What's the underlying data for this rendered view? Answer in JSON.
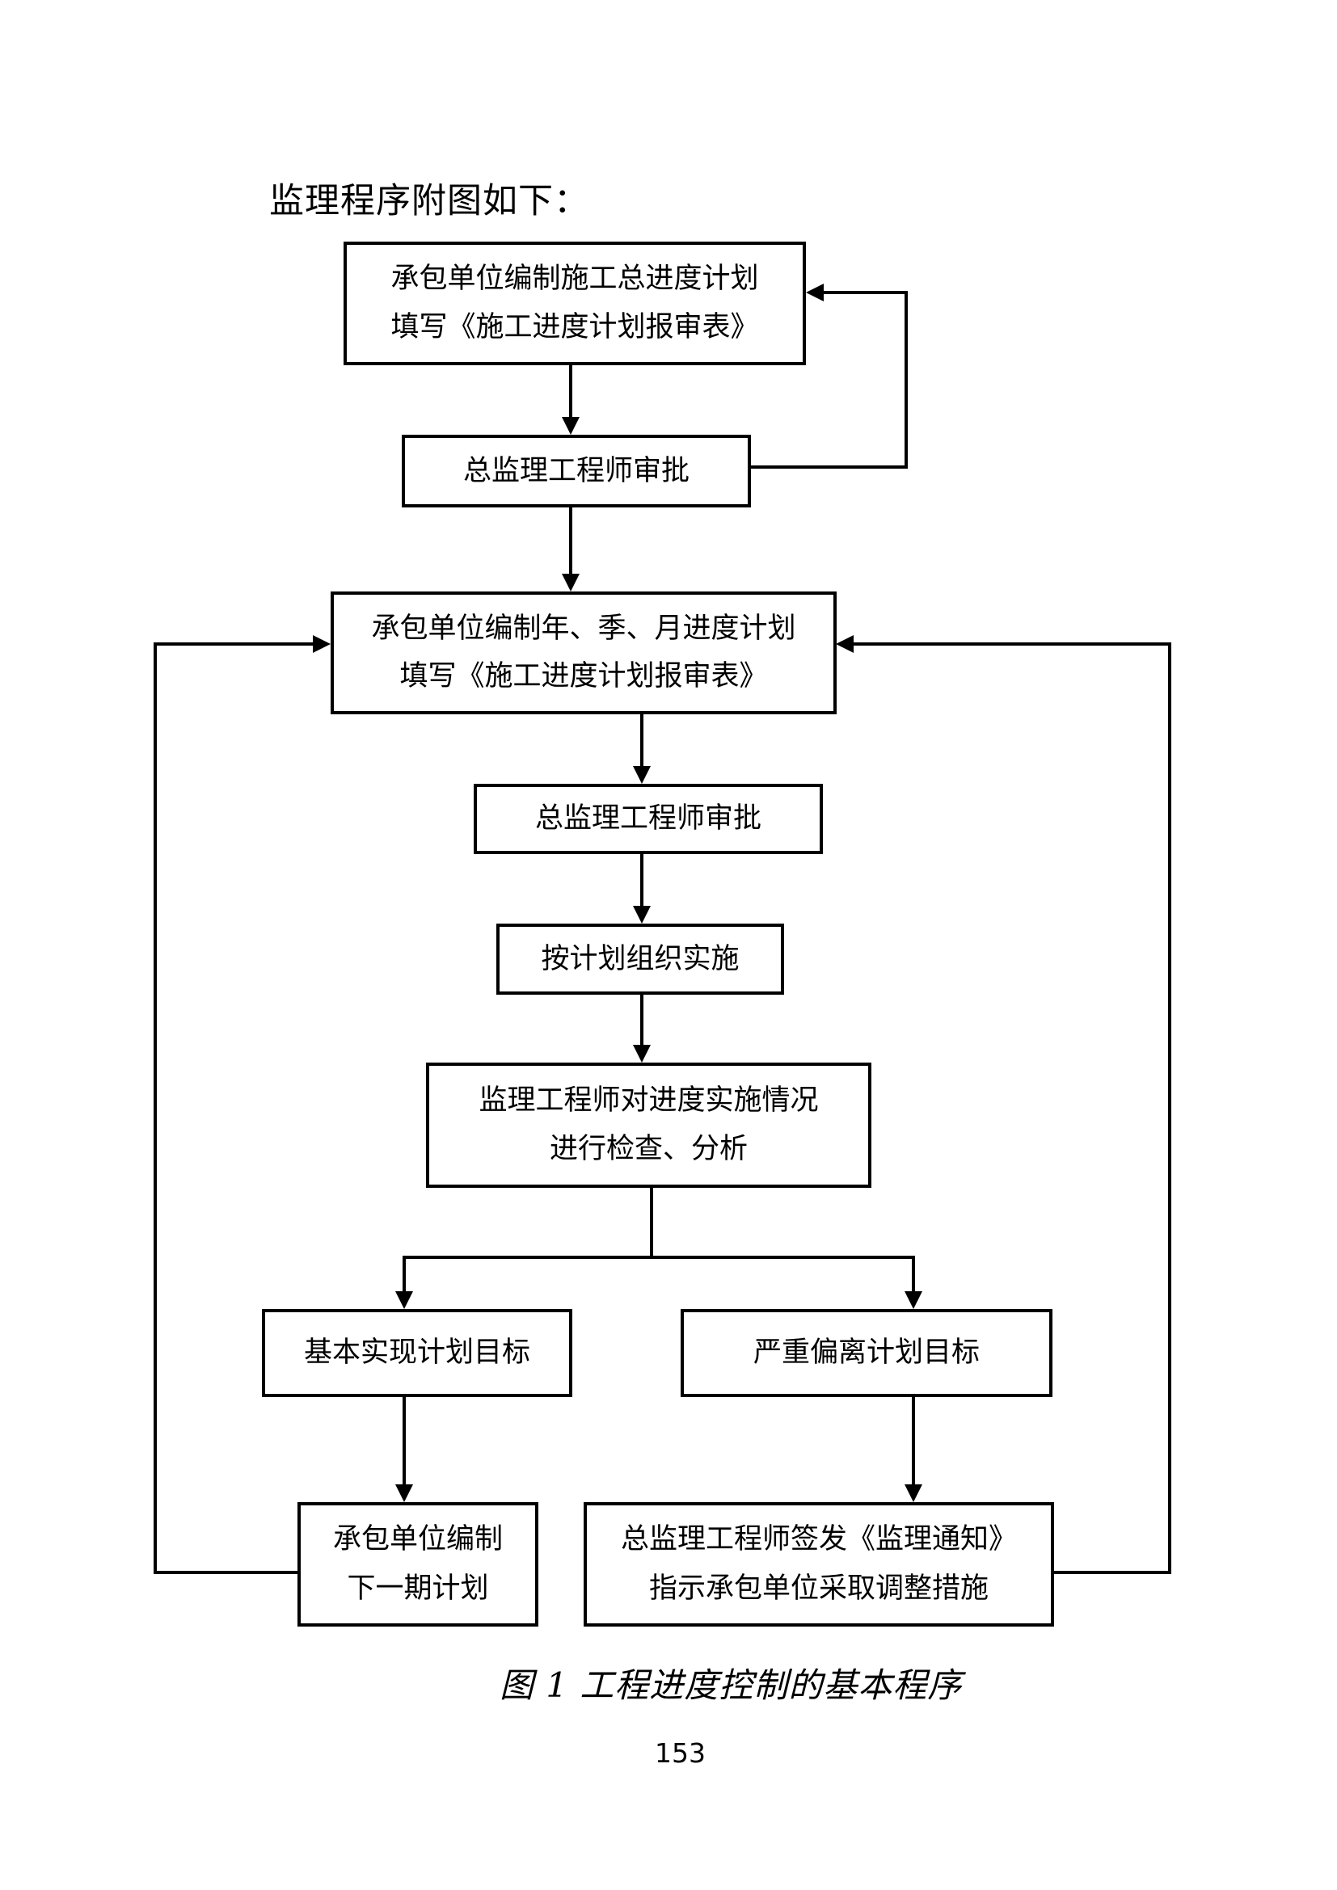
{
  "page": {
    "heading": "监理程序附图如下：",
    "caption": "图 1 工程进度控制的基本程序",
    "page_number": "153",
    "ink_color": "#000000",
    "paper_color": "#ffffff"
  },
  "flow": {
    "nodes": [
      {
        "id": "compile-master-schedule",
        "lines": [
          "承包单位编制施工总进度计划",
          "填写《施工进度计划报审表》"
        ]
      },
      {
        "id": "chief-engineer-approval-1",
        "lines": [
          "总监理工程师审批"
        ]
      },
      {
        "id": "compile-periodic-schedule",
        "lines": [
          "承包单位编制年、季、月进度计划",
          "填写《施工进度计划报审表》"
        ]
      },
      {
        "id": "chief-engineer-approval-2",
        "lines": [
          "总监理工程师审批"
        ]
      },
      {
        "id": "implement-per-plan",
        "lines": [
          "按计划组织实施"
        ]
      },
      {
        "id": "inspect-and-analyze",
        "lines": [
          "监理工程师对进度实施情况",
          "进行检查、分析"
        ]
      },
      {
        "id": "goal-basically-achieved",
        "lines": [
          "基本实现计划目标"
        ]
      },
      {
        "id": "goal-seriously-deviated",
        "lines": [
          "严重偏离计划目标"
        ]
      },
      {
        "id": "compile-next-period-plan",
        "lines": [
          "承包单位编制",
          "下一期计划"
        ]
      },
      {
        "id": "issue-supervision-notice",
        "lines": [
          "总监理工程师签发《监理通知》",
          "指示承包单位采取调整措施"
        ]
      }
    ],
    "edges": [
      {
        "from": "compile-master-schedule",
        "to": "chief-engineer-approval-1",
        "kind": "forward"
      },
      {
        "from": "chief-engineer-approval-1",
        "to": "compile-master-schedule",
        "kind": "feedback"
      },
      {
        "from": "chief-engineer-approval-1",
        "to": "compile-periodic-schedule",
        "kind": "forward"
      },
      {
        "from": "compile-periodic-schedule",
        "to": "chief-engineer-approval-2",
        "kind": "forward"
      },
      {
        "from": "chief-engineer-approval-2",
        "to": "implement-per-plan",
        "kind": "forward"
      },
      {
        "from": "implement-per-plan",
        "to": "inspect-and-analyze",
        "kind": "forward"
      },
      {
        "from": "inspect-and-analyze",
        "to": "goal-basically-achieved",
        "kind": "branch"
      },
      {
        "from": "inspect-and-analyze",
        "to": "goal-seriously-deviated",
        "kind": "branch"
      },
      {
        "from": "goal-basically-achieved",
        "to": "compile-next-period-plan",
        "kind": "forward"
      },
      {
        "from": "goal-seriously-deviated",
        "to": "issue-supervision-notice",
        "kind": "forward"
      },
      {
        "from": "compile-next-period-plan",
        "to": "compile-periodic-schedule",
        "kind": "feedback"
      },
      {
        "from": "issue-supervision-notice",
        "to": "compile-periodic-schedule",
        "kind": "feedback"
      }
    ]
  }
}
